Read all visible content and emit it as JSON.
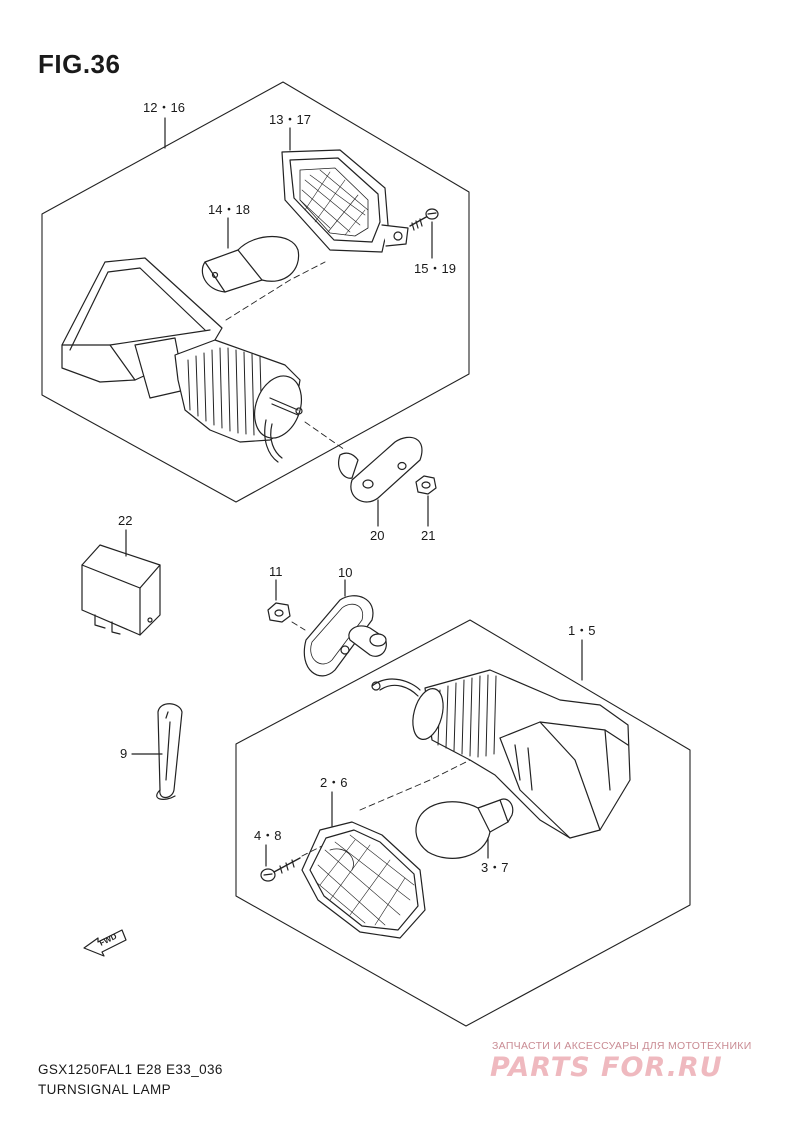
{
  "figure": {
    "title": "FIG.36",
    "code": "GSX1250FAL1 E28 E33_036",
    "name": "TURNSIGNAL LAMP"
  },
  "callouts": {
    "c_12_16": "12・16",
    "c_13_17": "13・17",
    "c_14_18": "14・18",
    "c_15_19": "15・19",
    "c_20": "20",
    "c_21": "21",
    "c_22": "22",
    "c_11": "11",
    "c_10": "10",
    "c_1_5": "1・5",
    "c_9": "9",
    "c_2_6": "2・6",
    "c_4_8": "4・8",
    "c_3_7": "3・7"
  },
  "fwd_badge": "FWD",
  "watermark": {
    "caption": "ЗАПЧАСТИ И АКСЕССУАРЫ ДЛЯ МОТОТЕХНИКИ",
    "logo": "PARTS FOR.RU"
  }
}
